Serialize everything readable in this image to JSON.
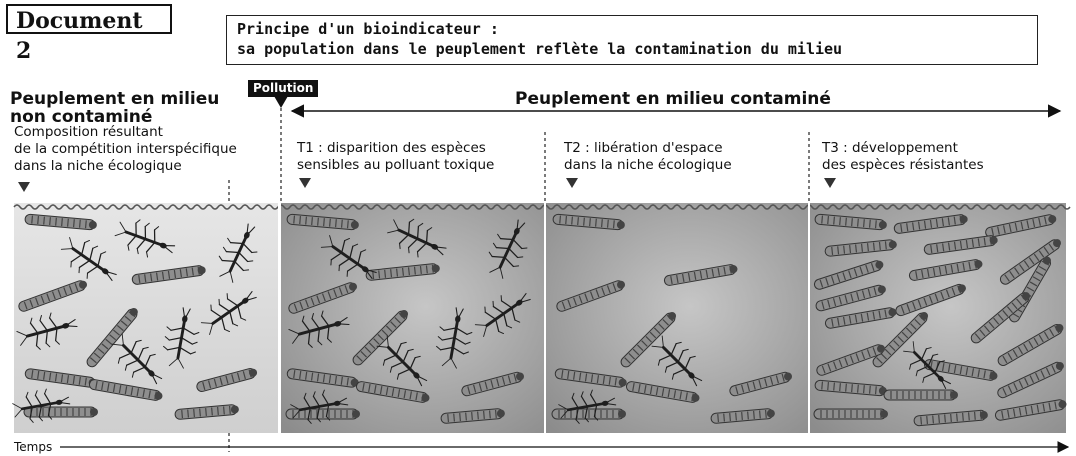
{
  "document_label": "Document 2",
  "principle": {
    "line1": "Principe d'un bioindicateur :",
    "line2": "sa population dans le peuplement reflète la contamination du milieu"
  },
  "uncontaminated": {
    "title_line1": "Peuplement en milieu",
    "title_line2": "non contaminé",
    "desc_line1": "Composition résultant",
    "desc_line2": "de la compétition interspécifique",
    "desc_line3": "dans la niche écologique"
  },
  "pollution_label": "Pollution",
  "contaminated_title": "Peuplement en milieu contaminé",
  "phases": [
    {
      "line1": "T1 : disparition des espèces",
      "line2": "sensibles au polluant toxique"
    },
    {
      "line1": "T2 : libération d'espace",
      "line2": "dans la niche écologique"
    },
    {
      "line1": "T3 : développement",
      "line2": "des espèces résistantes"
    }
  ],
  "time_label": "Temps",
  "colors": {
    "panel_clean": "#dcdcdc",
    "panel_contaminated": "#a8a8a8",
    "worm": "#8e8e8e",
    "larva": "#1e1e1e"
  }
}
